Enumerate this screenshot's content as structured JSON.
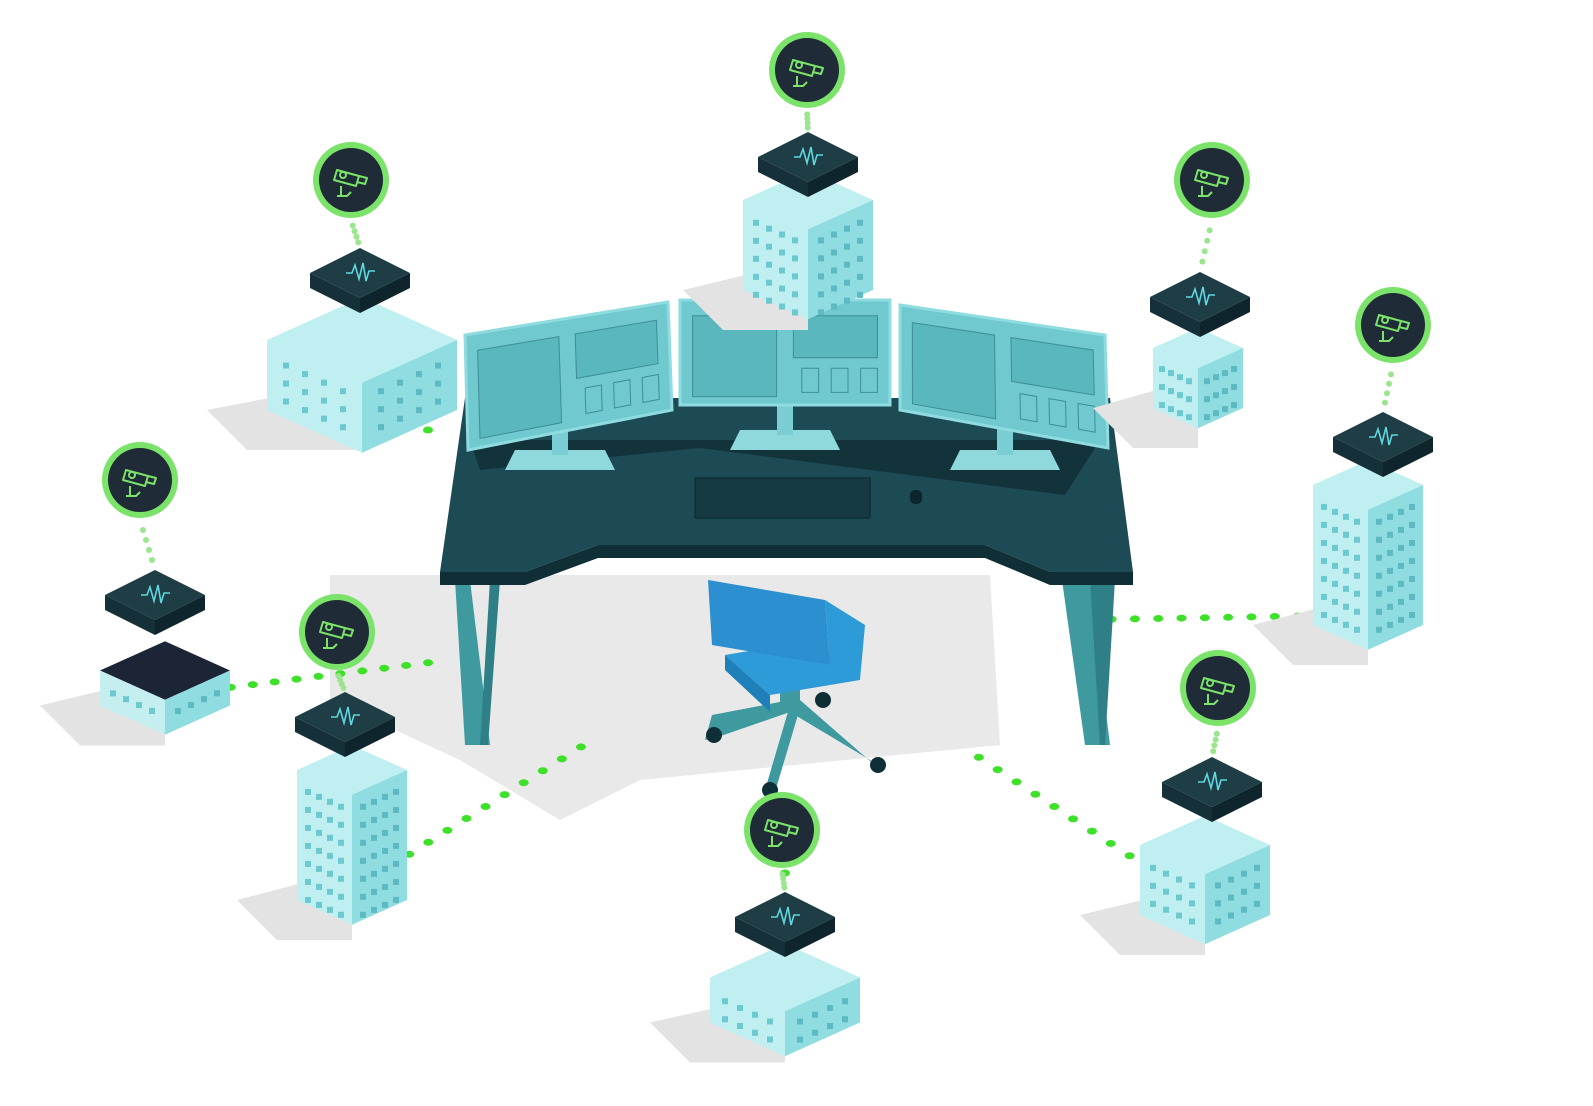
{
  "colors": {
    "background": "#ffffff",
    "desk_top": "#1c4a55",
    "desk_edge": "#0f2e36",
    "desk_leg": "#3f9aa0",
    "monitor": "#6fc9cf",
    "monitor_screen": "#5ab7bd",
    "chair": "#2b8fd0",
    "building": "#bfeff0",
    "building_side": "#8fdde0",
    "device_box": "#1e3d45",
    "badge_fill": "#1f2b36",
    "badge_ring": "#7be36a",
    "link_dot": "#3ee02a",
    "shadow": "#e3e3e3"
  },
  "icons": {
    "badge": "security-camera-icon",
    "device": "network-device-icon",
    "monitor_content": [
      "map-icon",
      "video-play-icon",
      "document-icon"
    ]
  },
  "nodes": [
    {
      "id": "top",
      "building": "gabled-office"
    },
    {
      "id": "upper-left",
      "building": "low-office"
    },
    {
      "id": "upper-right",
      "building": "small-office"
    },
    {
      "id": "right",
      "building": "tower"
    },
    {
      "id": "left",
      "building": "dark-warehouse"
    },
    {
      "id": "lower-left",
      "building": "tower"
    },
    {
      "id": "bottom",
      "building": "house"
    },
    {
      "id": "lower-right",
      "building": "block"
    }
  ]
}
